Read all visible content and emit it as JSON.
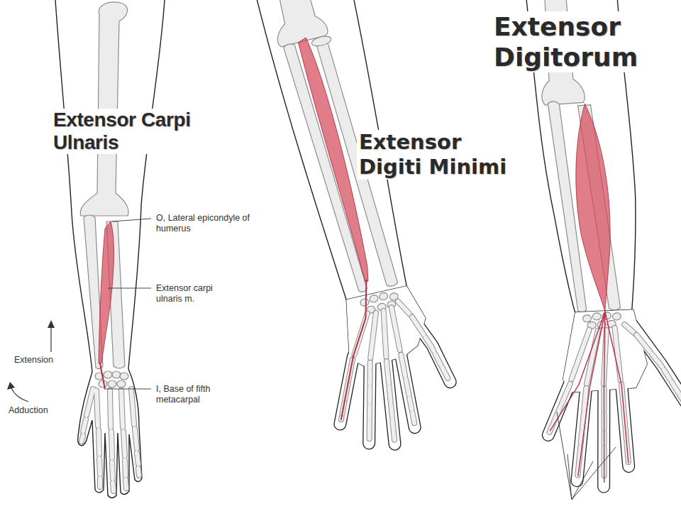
{
  "diagram": {
    "labels": [
      "Extensor Carpi Ulnaris",
      "O, Lateral epicondyle of humerus",
      "Extensor carpi ulnaris m.",
      "Extension",
      "I, Base of fifth metacarpal",
      "Adduction",
      "Extensor Digiti Minimi",
      "Extensor Digitorum"
    ]
  }
}
